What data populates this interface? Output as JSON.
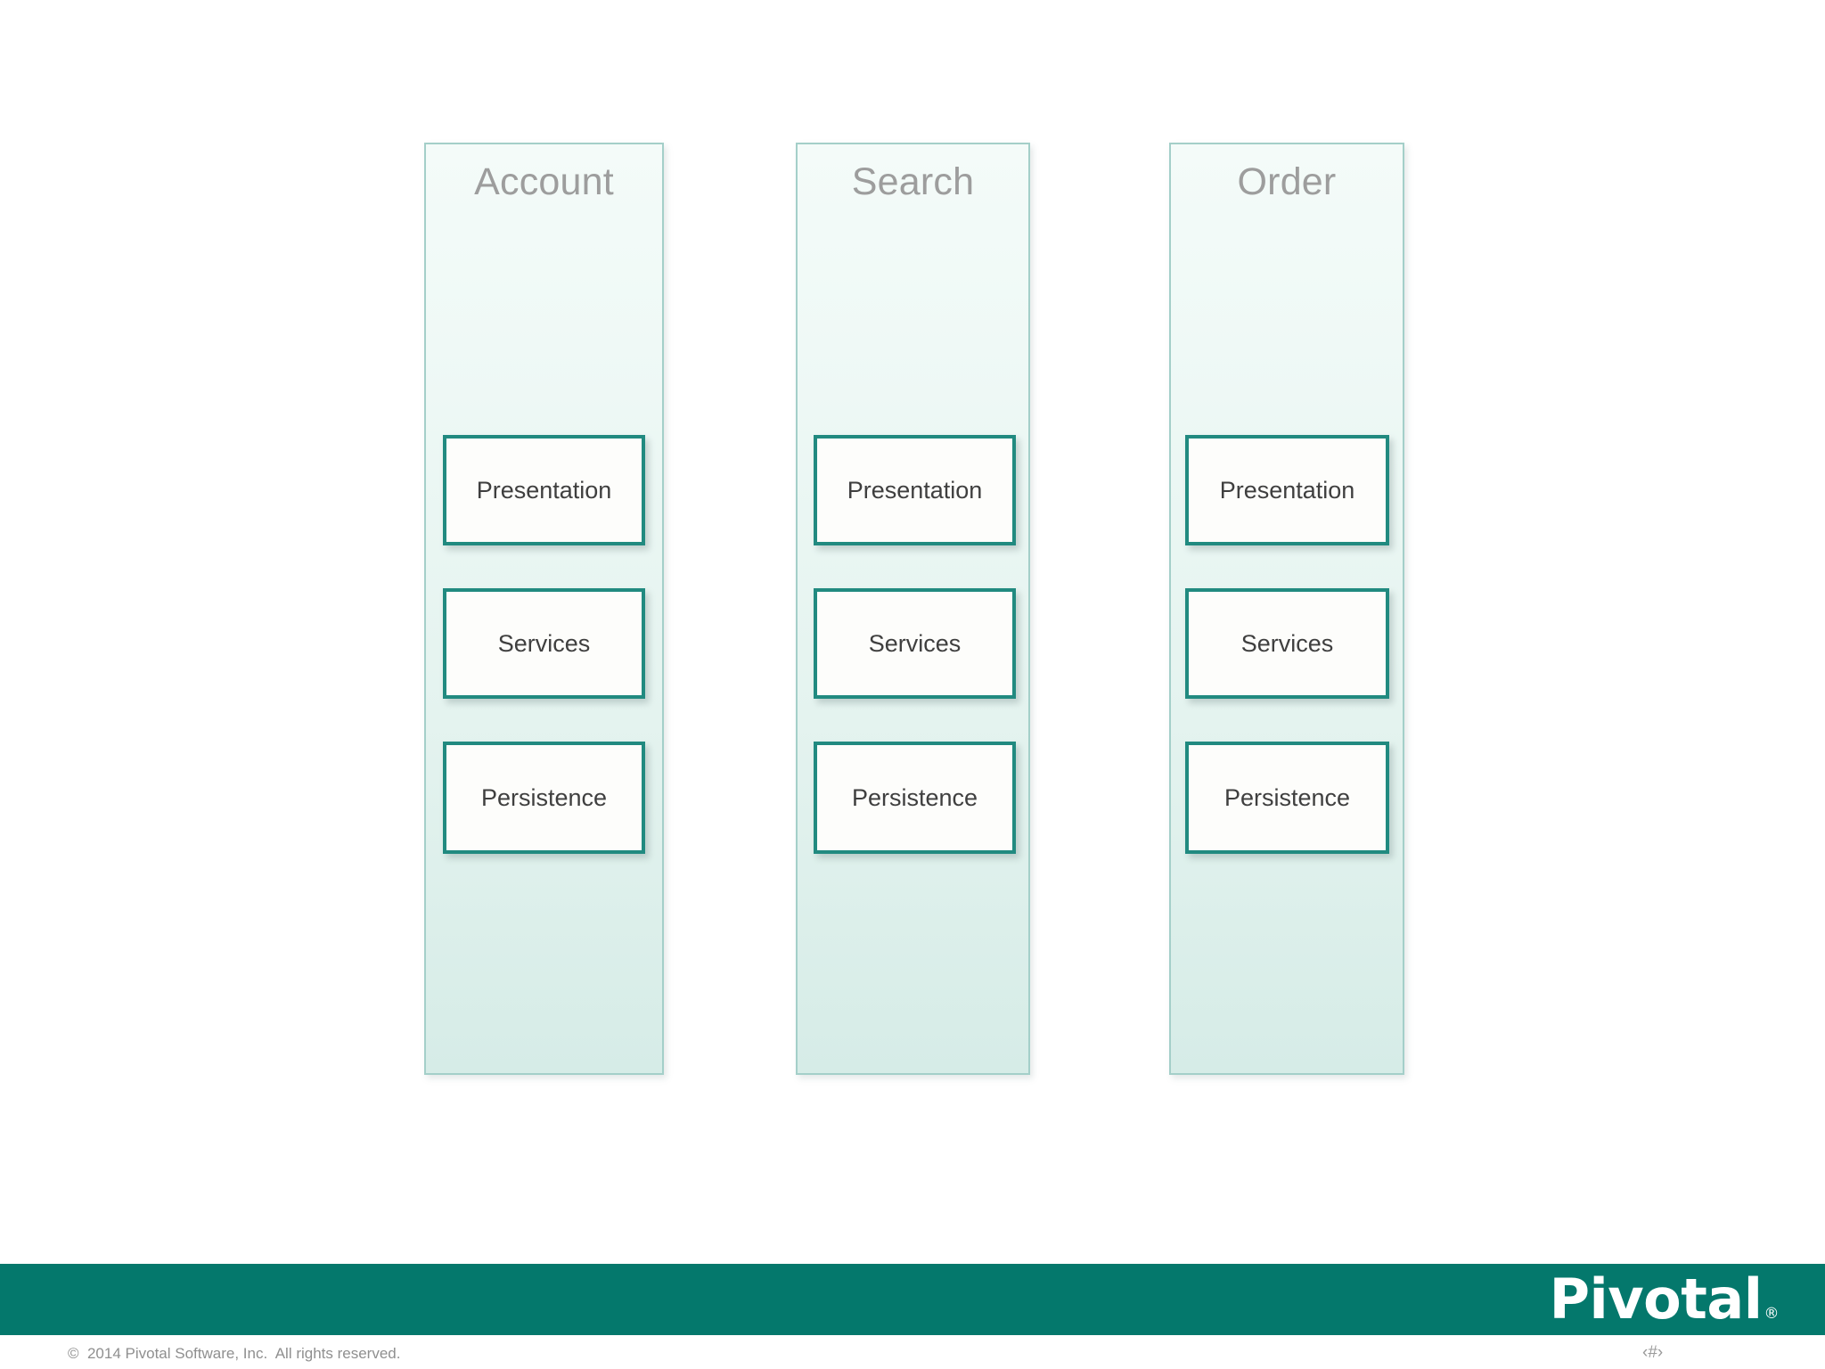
{
  "slide": {
    "background_color": "#ffffff",
    "columns": [
      {
        "title": "Account",
        "layers": [
          {
            "label": "Presentation"
          },
          {
            "label": "Services"
          },
          {
            "label": "Persistence"
          }
        ]
      },
      {
        "title": "Search",
        "layers": [
          {
            "label": "Presentation"
          },
          {
            "label": "Services"
          },
          {
            "label": "Persistence"
          }
        ]
      },
      {
        "title": "Order",
        "layers": [
          {
            "label": "Presentation"
          },
          {
            "label": "Services"
          },
          {
            "label": "Persistence"
          }
        ]
      }
    ]
  },
  "footer": {
    "bar_color": "#04786c",
    "logo_text": "Pivotal",
    "logo_registered_mark": "®",
    "copyright": "©  2014 Pivotal Software, Inc.  All rights reserved.",
    "page_number": "‹#›"
  },
  "colors": {
    "brand_teal": "#04786c",
    "box_border_teal": "#218a80",
    "column_border": "#a4cfc9",
    "column_fill_top": "#f4fbf9",
    "column_fill_bottom": "#d6ece7",
    "title_gray": "#9d9d9d",
    "label_gray": "#3f3f3f",
    "footer_text_gray": "#8f8f8f"
  }
}
